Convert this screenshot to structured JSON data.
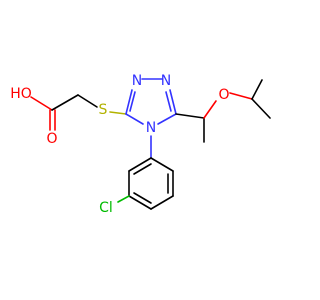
{
  "molecule": {
    "atoms": {
      "hydroxyl": {
        "label": "HO",
        "color": "#ff0000"
      },
      "carbonyl_oxygen": {
        "label": "O",
        "color": "#ff0000"
      },
      "thioether_sulfur": {
        "label": "S",
        "color": "#b2b200"
      },
      "triazole_n1": {
        "label": "N",
        "color": "#3333ff"
      },
      "triazole_n2": {
        "label": "N",
        "color": "#3333ff"
      },
      "triazole_n4": {
        "label": "N",
        "color": "#3333ff"
      },
      "ether_oxygen": {
        "label": "O",
        "color": "#ff0000"
      },
      "chlorine": {
        "label": "Cl",
        "color": "#00bb00"
      }
    }
  }
}
